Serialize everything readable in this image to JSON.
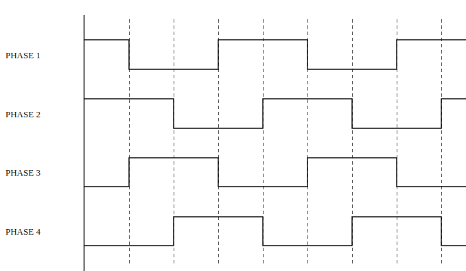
{
  "diagram": {
    "labels": [
      "PHASE 1",
      "PHASE 2",
      "PHASE 3",
      "PHASE 4"
    ]
  }
}
